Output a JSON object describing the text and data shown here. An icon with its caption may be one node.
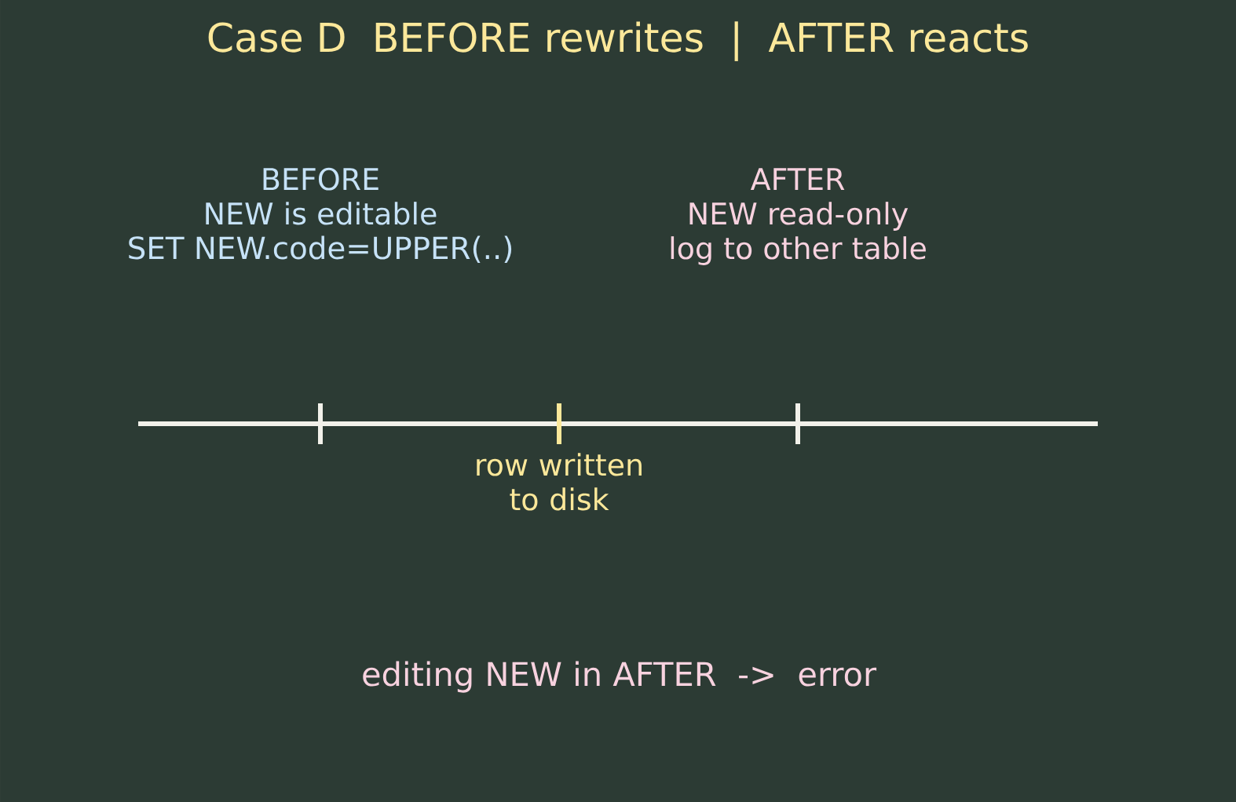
{
  "diagram": {
    "title": "Case D  BEFORE rewrites  |  AFTER reacts",
    "labels": [
      "BEFORE",
      "NEW is editable",
      "SET NEW.code=UPPER(..)",
      "AFTER",
      "NEW read-only",
      "log to other table",
      "row written to disk",
      "editing NEW in AFTER  ->  error"
    ]
  }
}
